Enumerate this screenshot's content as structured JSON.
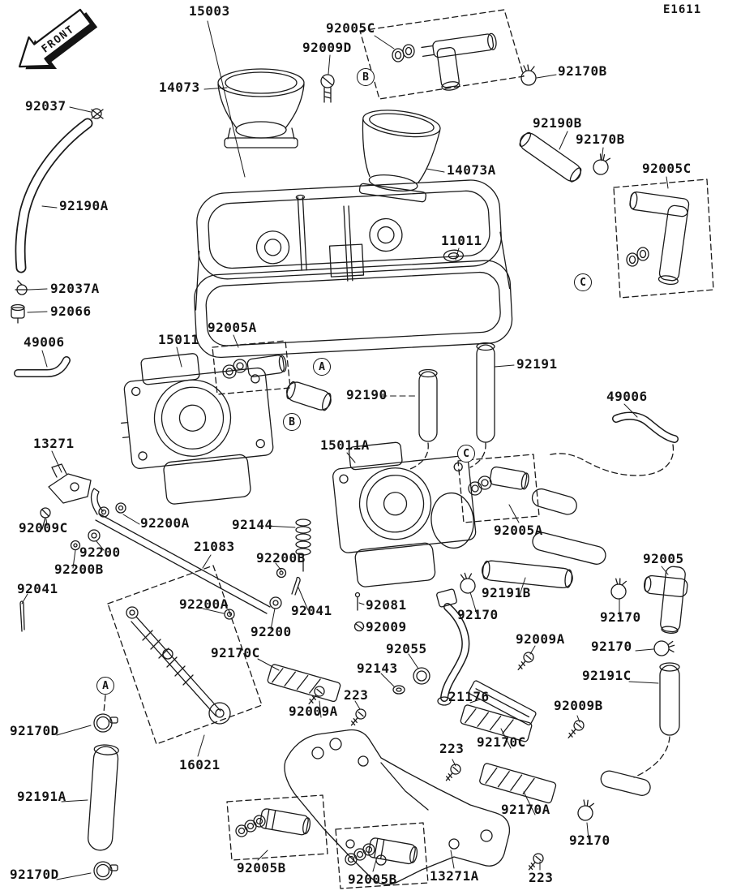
{
  "drawing": {
    "code": "E1611",
    "front_arrow_label": "FRONT"
  },
  "refs": [
    {
      "letter": "B"
    },
    {
      "letter": "C"
    },
    {
      "letter": "A"
    },
    {
      "letter": "B"
    },
    {
      "letter": "C"
    },
    {
      "letter": "A"
    }
  ],
  "labels": [
    {
      "text": "15003"
    },
    {
      "text": "92005C"
    },
    {
      "text": "92009D"
    },
    {
      "text": "92170B"
    },
    {
      "text": "14073"
    },
    {
      "text": "92037"
    },
    {
      "text": "92190B"
    },
    {
      "text": "92170B"
    },
    {
      "text": "92005C"
    },
    {
      "text": "14073A"
    },
    {
      "text": "92190A"
    },
    {
      "text": "11011"
    },
    {
      "text": "92037A"
    },
    {
      "text": "92066"
    },
    {
      "text": "49006"
    },
    {
      "text": "15011"
    },
    {
      "text": "92005A"
    },
    {
      "text": "92191"
    },
    {
      "text": "92190"
    },
    {
      "text": "49006"
    },
    {
      "text": "13271"
    },
    {
      "text": "15011A"
    },
    {
      "text": "92009C"
    },
    {
      "text": "92200A"
    },
    {
      "text": "92144"
    },
    {
      "text": "92005A"
    },
    {
      "text": "92200"
    },
    {
      "text": "21083"
    },
    {
      "text": "92200B"
    },
    {
      "text": "92200B"
    },
    {
      "text": "92005"
    },
    {
      "text": "92041"
    },
    {
      "text": "92191B"
    },
    {
      "text": "92200A"
    },
    {
      "text": "92041"
    },
    {
      "text": "92081"
    },
    {
      "text": "92170"
    },
    {
      "text": "92170"
    },
    {
      "text": "92200"
    },
    {
      "text": "92009"
    },
    {
      "text": "92170C"
    },
    {
      "text": "92055"
    },
    {
      "text": "92009A"
    },
    {
      "text": "92170"
    },
    {
      "text": "92143"
    },
    {
      "text": "92191C"
    },
    {
      "text": "223"
    },
    {
      "text": "21176"
    },
    {
      "text": "92009B"
    },
    {
      "text": "92009A"
    },
    {
      "text": "92170D"
    },
    {
      "text": "223"
    },
    {
      "text": "92170C"
    },
    {
      "text": "16021"
    },
    {
      "text": "92191A"
    },
    {
      "text": "92170A"
    },
    {
      "text": "92170"
    },
    {
      "text": "92005B"
    },
    {
      "text": "92170D"
    },
    {
      "text": "92005B"
    },
    {
      "text": "13271A"
    },
    {
      "text": "223"
    }
  ]
}
